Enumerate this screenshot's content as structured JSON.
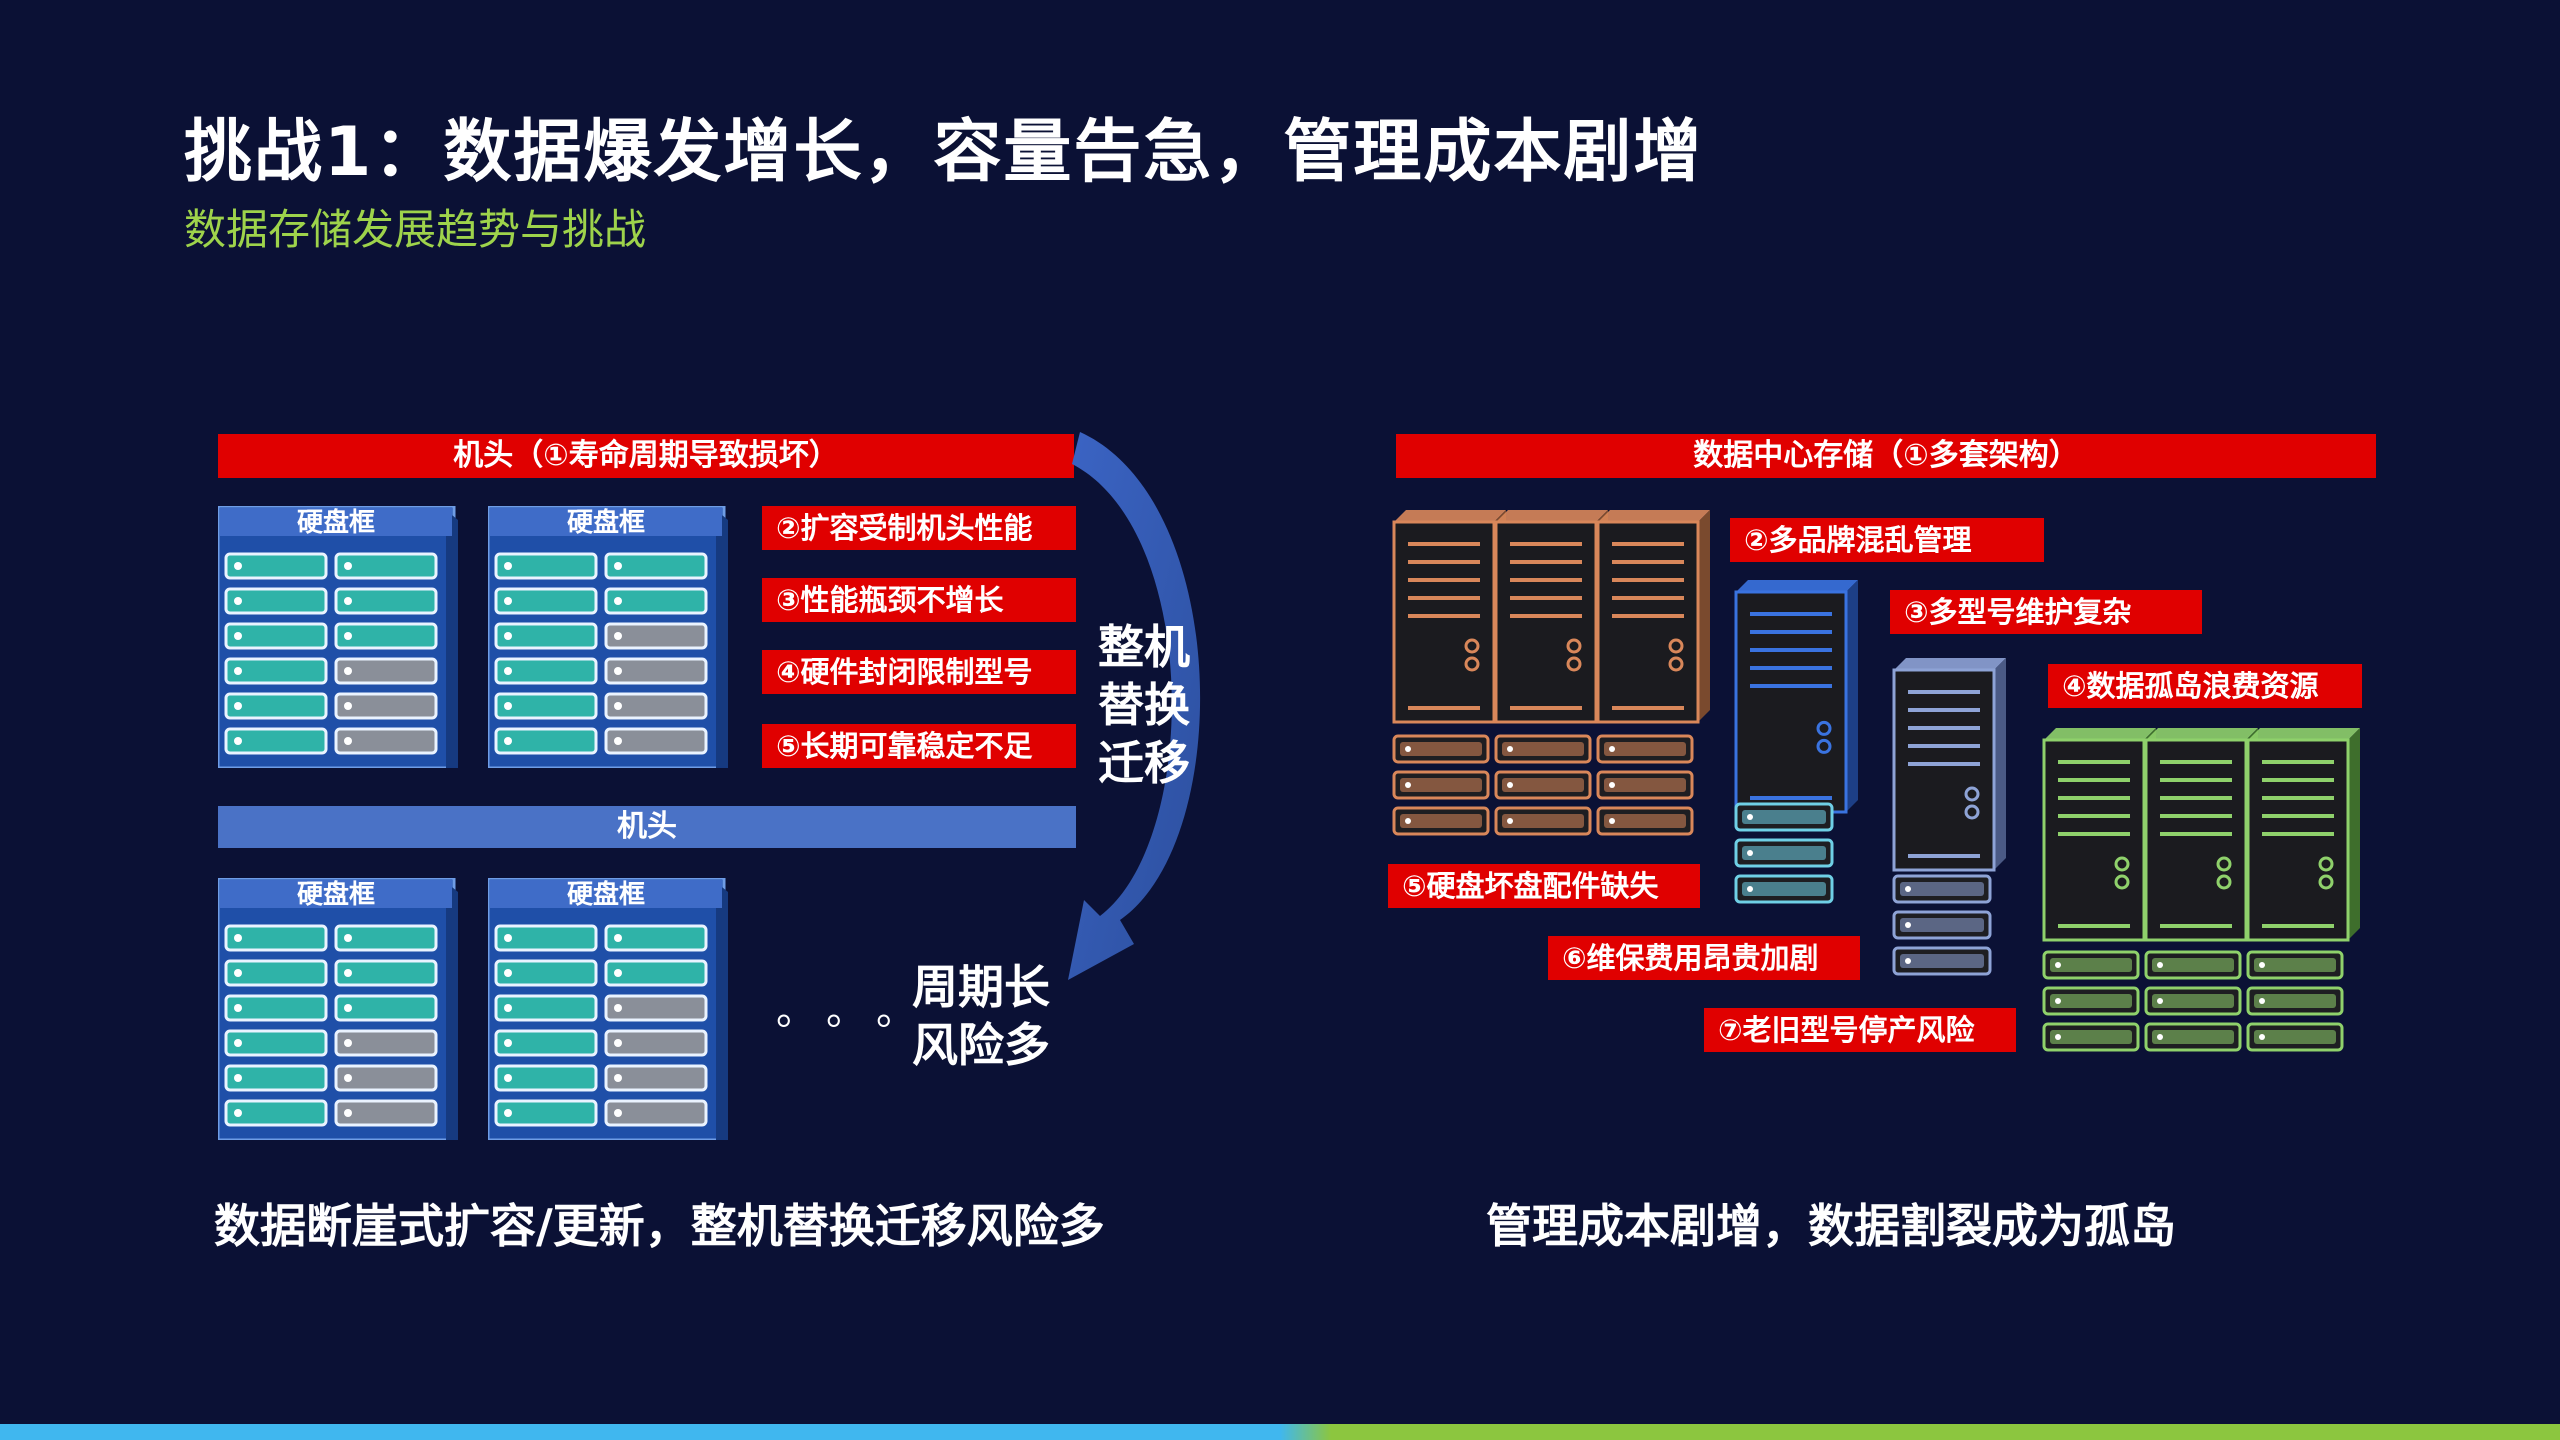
{
  "slide": {
    "title": "挑战1：数据爆发增长，容量告急，管理成本剧增",
    "subtitle": "数据存储发展趋势与挑战"
  },
  "left": {
    "top_bar": "机头（①寿命周期导致损坏）",
    "disk_frame_label": "硬盘框",
    "issues": [
      "②扩容受制机头性能",
      "③性能瓶颈不增长",
      "④硬件封闭限制型号",
      "⑤长期可靠稳定不足"
    ],
    "middle_bar": "机头",
    "migration_lines": [
      "整机",
      "替换",
      "迁移"
    ],
    "ellipsis": "。。。",
    "risk_lines": [
      "周期长",
      "风险多"
    ],
    "caption": "数据断崖式扩容/更新，整机替换迁移风险多"
  },
  "right": {
    "top_bar": "数据中心存储（①多套架构）",
    "issues": [
      "②多品牌混乱管理",
      "③多型号维护复杂",
      "④数据孤岛浪费资源",
      "⑤硬盘坏盘配件缺失",
      "⑥维保费用昂贵加剧",
      "⑦老旧型号停产风险"
    ],
    "caption": "管理成本剧增，数据割裂成为孤岛"
  },
  "colors": {
    "background": "#0b1135",
    "red": "#e00000",
    "blue_bar": "#4a72c6",
    "subtitle_green": "#9ed34b",
    "server_orange": "#d9875a",
    "server_blue": "#2f5bb8",
    "server_slate": "#8ea3d6",
    "server_green": "#8fd16b",
    "drive_teal": "#2fb3a8",
    "drive_gray": "#8a8f99"
  },
  "icons": [
    "curved-arrow-icon",
    "disk-enclosure-icon",
    "server-rack-icon"
  ]
}
